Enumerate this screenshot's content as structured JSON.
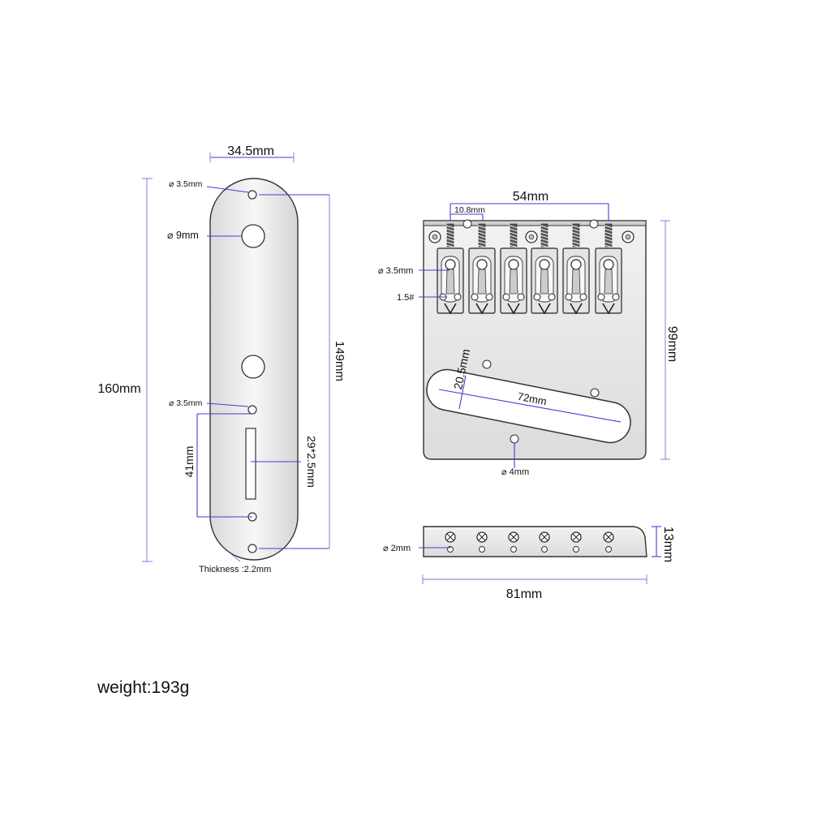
{
  "control_plate": {
    "width_label": "34.5mm",
    "length_label": "160mm",
    "hole_span_label": "149mm",
    "top_hole_label": "⌀ 3.5mm",
    "pot_hole_label": "⌀ 9mm",
    "lower_hole_label": "⌀ 3.5mm",
    "slot_spacing_label": "41mm",
    "slot_size_label": "29*2.5mm",
    "thickness_label": "Thickness :2.2mm"
  },
  "bridge": {
    "width_label": "54mm",
    "saddle_pitch_label": "10.8mm",
    "screw_hole_label": "⌀ 3.5mm",
    "wrench_label": "1.5#",
    "height_label": "99mm",
    "pickup_width_label": "20.5mm",
    "pickup_length_label": "72mm",
    "mount_hole_label": "⌀ 4mm"
  },
  "bridge_side": {
    "hole_label": "⌀ 2mm",
    "base_width_label": "81mm",
    "side_height_label": "13mm"
  },
  "weight_label": "weight:193g",
  "colors": {
    "dimension": "#4a3ad0",
    "metal": "#ebebeb",
    "outline": "#333333"
  }
}
